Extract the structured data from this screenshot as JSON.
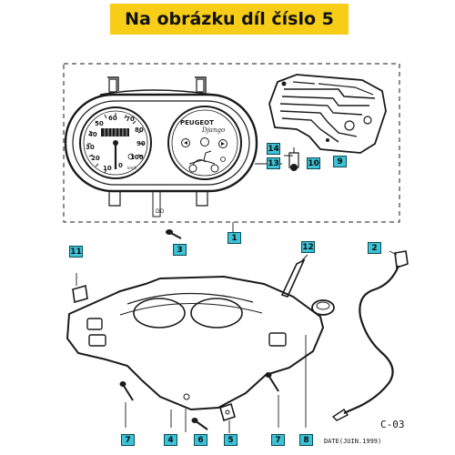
{
  "header": {
    "title": "Na obrázku díl číslo 5"
  },
  "gauge": {
    "speed_labels": [
      "0",
      "10",
      "20",
      "30",
      "40",
      "50",
      "60",
      "70",
      "80",
      "90",
      "100"
    ],
    "brand": "PEUGEOT",
    "model": "Django",
    "unit": "km/h"
  },
  "callouts": [
    {
      "id": "1",
      "label": "1"
    },
    {
      "id": "2",
      "label": "2"
    },
    {
      "id": "3",
      "label": "3"
    },
    {
      "id": "4",
      "label": "4"
    },
    {
      "id": "5",
      "label": "5"
    },
    {
      "id": "6",
      "label": "6"
    },
    {
      "id": "7a",
      "label": "7"
    },
    {
      "id": "7b",
      "label": "7"
    },
    {
      "id": "8",
      "label": "8"
    },
    {
      "id": "9",
      "label": "9"
    },
    {
      "id": "10",
      "label": "10"
    },
    {
      "id": "11",
      "label": "11"
    },
    {
      "id": "12",
      "label": "12"
    },
    {
      "id": "13",
      "label": "13"
    },
    {
      "id": "14",
      "label": "14"
    }
  ],
  "footer": {
    "code": "C-03",
    "date": "DATE(JUIN.1999)"
  },
  "colors": {
    "banner": "#f7cd17",
    "callout": "#3cc3d6",
    "line": "#1a1a1a"
  }
}
